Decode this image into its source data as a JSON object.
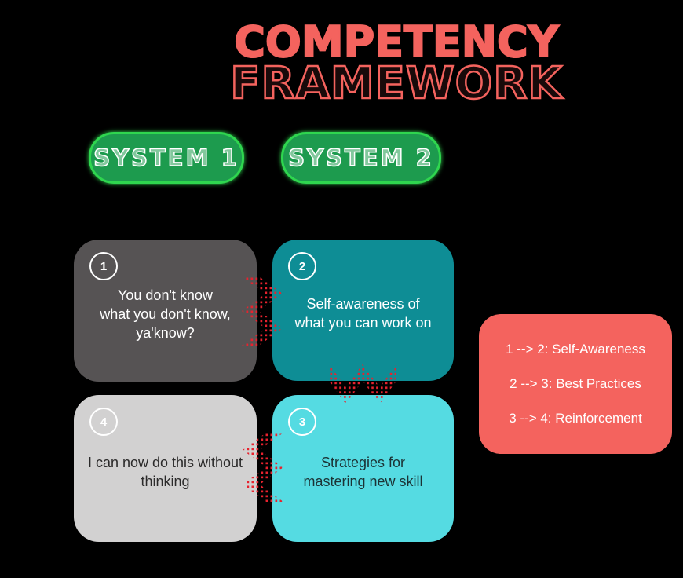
{
  "title": {
    "line1": "COMPETENCY",
    "line2": "FRAMEWORK"
  },
  "systems": [
    {
      "label": "SYSTEM 1"
    },
    {
      "label": "SYSTEM 2"
    }
  ],
  "boxes": [
    {
      "number": "1",
      "lines": [
        "You don't know",
        "what you don't know,",
        "ya'know?"
      ]
    },
    {
      "number": "2",
      "lines": [
        "Self-awareness of",
        "what you can work on"
      ]
    },
    {
      "number": "3",
      "lines": [
        "Strategies for",
        "mastering new skill"
      ]
    },
    {
      "number": "4",
      "lines": [
        "I can now do this without",
        "thinking"
      ]
    }
  ],
  "legend": {
    "items": [
      "1 --> 2: Self-Awareness",
      "2 --> 3: Best Practices",
      "3 --> 4: Reinforcement"
    ]
  },
  "theme": {
    "background": "#000000",
    "coral": "#f4635e",
    "dot_red": "#e8222e",
    "box1_bg": "#565354",
    "box2_bg": "#0e8d95",
    "box3_bg": "#55dbe2",
    "box4_bg": "#d2d1d1",
    "pill_bg": "#1d9b4e",
    "pill_border": "#2fd64f",
    "text_light": "#ffffff",
    "box3_text": "#1c3335",
    "box4_text": "#2b2a2a"
  }
}
